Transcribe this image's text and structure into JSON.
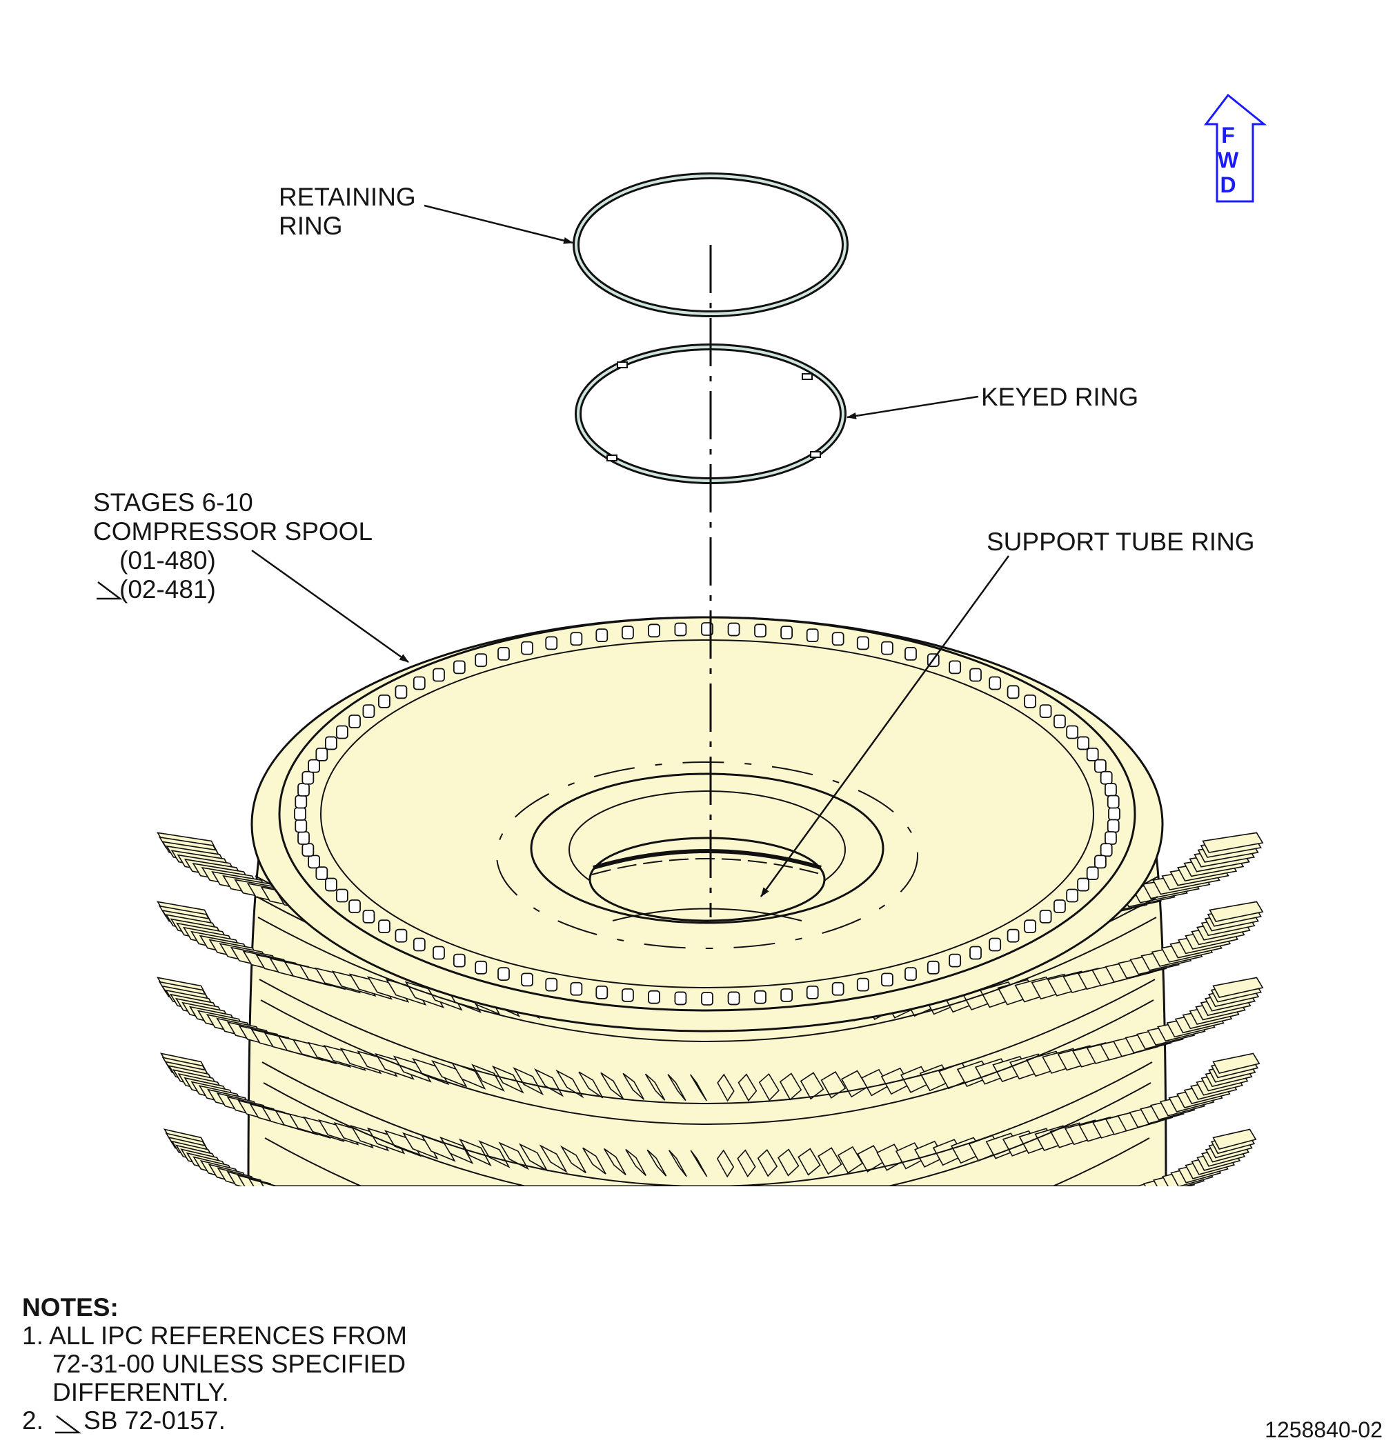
{
  "labels": {
    "retaining_ring": [
      "RETAINING",
      "RING"
    ],
    "keyed_ring": "KEYED RING",
    "spool": [
      "STAGES 6-10",
      "COMPRESSOR SPOOL",
      "(01-480)",
      "(02-481)"
    ],
    "support_tube_ring": "SUPPORT TUBE RING"
  },
  "fwd_arrow": {
    "letters": [
      "F",
      "W",
      "D"
    ],
    "color": "#1a1aff"
  },
  "notes": {
    "heading": "NOTES:",
    "items": [
      {
        "num": "1.",
        "lines": [
          "ALL IPC REFERENCES FROM",
          "72-31-00 UNLESS SPECIFIED",
          "DIFFERENTLY."
        ]
      },
      {
        "num": "2.",
        "lines": [
          "SB 72-0157."
        ]
      }
    ]
  },
  "figure_number": "1258840-02",
  "colors": {
    "part_fill": "#fbf7cf",
    "line": "#111111",
    "ring_tint": "#cfe3df"
  }
}
